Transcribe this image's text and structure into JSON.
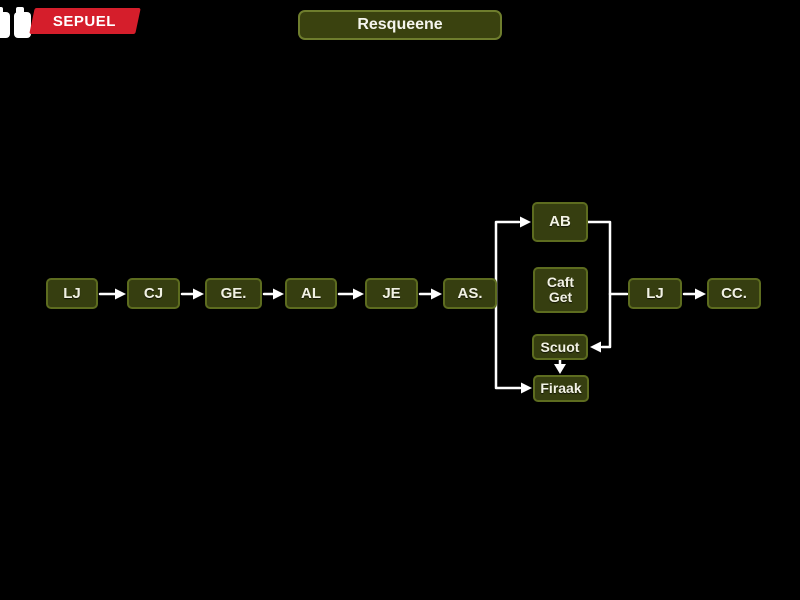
{
  "header": {
    "logo_icon": "battery-pair-icon",
    "brand_label": "SEPUEL",
    "title_button_label": "Resqueene"
  },
  "colors": {
    "background": "#000000",
    "brand_red": "#d51e2b",
    "node_fill": "#363e10",
    "node_border": "#5d6c1f",
    "node_text": "#f2f2e4",
    "connector": "#ffffff"
  },
  "flowchart": {
    "nodes": [
      {
        "id": "lj-1",
        "label": "LJ"
      },
      {
        "id": "cj",
        "label": "CJ"
      },
      {
        "id": "ge",
        "label": "GE."
      },
      {
        "id": "al",
        "label": "AL"
      },
      {
        "id": "je",
        "label": "JE"
      },
      {
        "id": "as",
        "label": "AS."
      },
      {
        "id": "ab",
        "label": "AB"
      },
      {
        "id": "caft-get",
        "label": "Caft\nGet"
      },
      {
        "id": "scuot",
        "label": "Scuot"
      },
      {
        "id": "firaak",
        "label": "Firaak"
      },
      {
        "id": "lj-2",
        "label": "LJ"
      },
      {
        "id": "cc",
        "label": "CC."
      }
    ],
    "edges": [
      {
        "from": "lj-1",
        "to": "cj",
        "arrow": true
      },
      {
        "from": "cj",
        "to": "ge",
        "arrow": true
      },
      {
        "from": "ge",
        "to": "al",
        "arrow": true
      },
      {
        "from": "al",
        "to": "je",
        "arrow": true
      },
      {
        "from": "je",
        "to": "as",
        "arrow": true
      },
      {
        "from": "as",
        "to": "ab",
        "arrow": true
      },
      {
        "from": "as",
        "to": "firaak",
        "arrow": true
      },
      {
        "from": "ab",
        "to": "lj-2",
        "arrow": false
      },
      {
        "from": "ab",
        "to": "scuot",
        "arrow": true
      },
      {
        "from": "scuot",
        "to": "firaak",
        "arrow": true
      },
      {
        "from": "lj-2",
        "to": "cc",
        "arrow": true
      }
    ]
  }
}
